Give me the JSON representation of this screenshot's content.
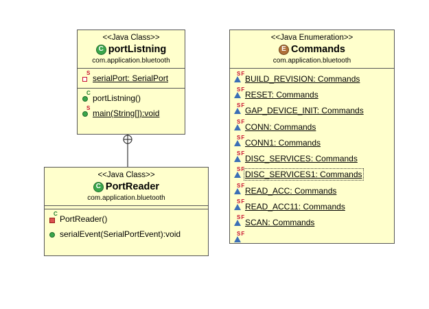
{
  "port_listning": {
    "stereotype": "<<Java Class>>",
    "name": "portListning",
    "package": "com.application.bluetooth",
    "fields": [
      {
        "text": "serialPort: SerialPort",
        "icon": "private-static-field-icon"
      }
    ],
    "methods": [
      {
        "text": "portListning()",
        "icon": "constructor-icon"
      },
      {
        "text": "main(String[]):void",
        "icon": "public-static-method-icon"
      }
    ]
  },
  "port_reader": {
    "stereotype": "<<Java Class>>",
    "name": "PortReader",
    "package": "com.application.bluetooth",
    "methods": [
      {
        "text": "PortReader()",
        "icon": "private-constructor-icon"
      },
      {
        "text": "serialEvent(SerialPortEvent):void",
        "icon": "public-method-icon"
      }
    ]
  },
  "commands": {
    "stereotype": "<<Java Enumeration>>",
    "name": "Commands",
    "package": "com.application.bluetooth",
    "constants": [
      "BUILD_REVISION: Commands",
      "RESET: Commands",
      "GAP_DEVICE_INIT: Commands",
      "CONN: Commands",
      "CONN1: Commands",
      "DISC_SERVICES: Commands",
      "DISC_SERVICES1: Commands",
      "READ_ACC: Commands",
      "READ_ACC11: Commands",
      "SCAN: Commands"
    ]
  },
  "icons": {
    "class_icon": "C",
    "enum_icon": "E"
  },
  "colors": {
    "box_fill": "#ffffcc",
    "class_icon": "#3aa64b",
    "enum_icon": "#b0713a"
  }
}
